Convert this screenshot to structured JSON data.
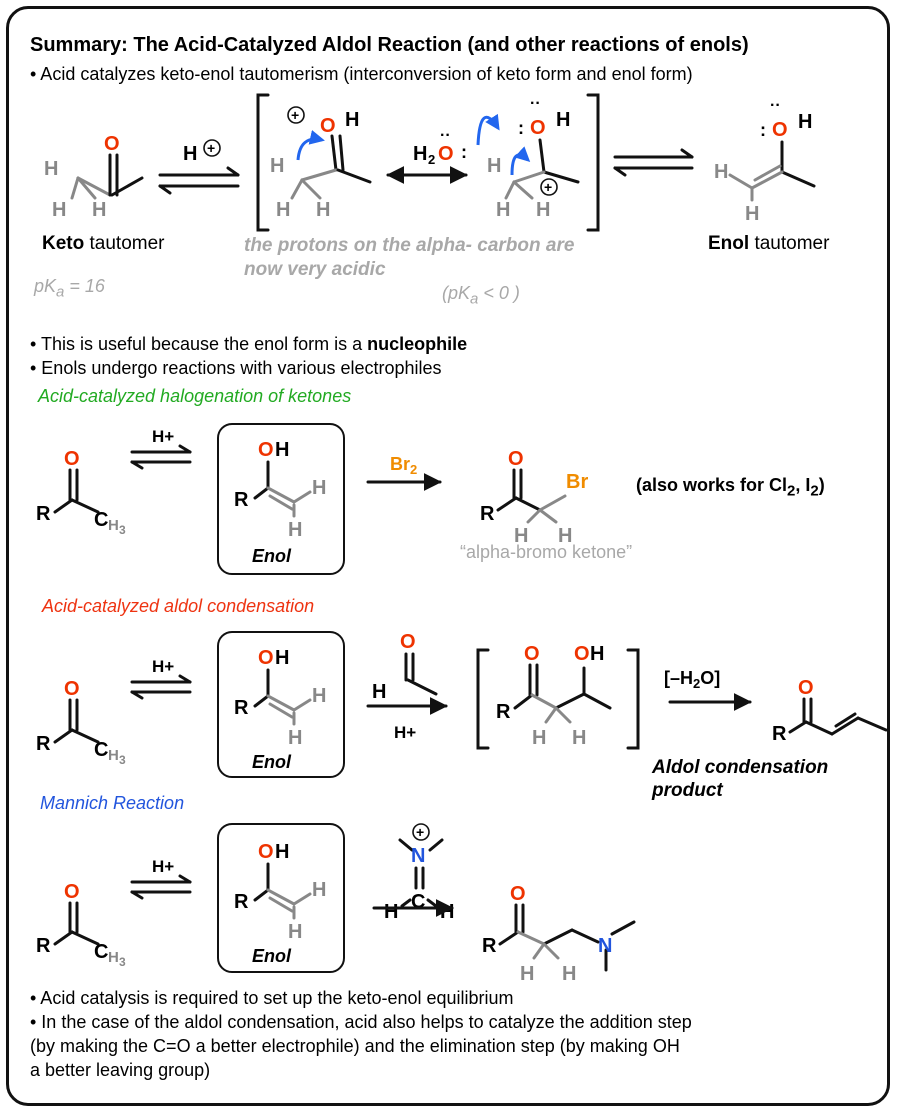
{
  "title": "Summary: The Acid-Catalyzed Aldol Reaction (and other reactions of enols)",
  "bullets_top": [
    "• Acid catalyzes keto-enol tautomerism (interconversion of keto form and enol form)"
  ],
  "tautomer": {
    "keto_bold": "Keto",
    "keto_rest": " tautomer",
    "keto_pka": "pKa = 16",
    "enol_bold": "Enol",
    "enol_rest": " tautomer",
    "alpha_note_1": "the protons on the alpha- carbon are",
    "alpha_note_2": "now very acidic",
    "alpha_pka": "(pKa < 0 )",
    "reagent": "H⊕",
    "water": "H2O"
  },
  "bullets_mid": {
    "line1_start": "• This is useful because the enol form is a ",
    "line1_bold": "nucleophile",
    "line2": "• Enols undergo reactions with various electrophiles"
  },
  "sections": {
    "halogenation": "Acid-catalyzed halogenation of ketones",
    "aldol": "Acid-catalyzed aldol condensation",
    "mannich": "Mannich Reaction"
  },
  "labels": {
    "enol": "Enol",
    "hplus": "H+",
    "br2": "Br2",
    "also_works": "(also works for Cl2, I2)",
    "alpha_bromo": "“alpha-bromo ketone”",
    "minus_water": "[–H2O]",
    "aldol_product_1": "Aldol condensation",
    "aldol_product_2": "product"
  },
  "bullets_bottom": [
    "• Acid catalysis is required to set up the keto-enol equilibrium",
    "• In the case of the aldol condensation, acid also helps to catalyze the addition step",
    "(by making the C=O a better electrophile) and the elimination step (by making OH",
    "a better leaving group)"
  ],
  "colors": {
    "oxygen": "#ee3300",
    "nitrogen": "#2255dd",
    "bromine": "#f08c00",
    "hydrogen_grey": "#888888",
    "arrow_blue": "#2266ee"
  }
}
